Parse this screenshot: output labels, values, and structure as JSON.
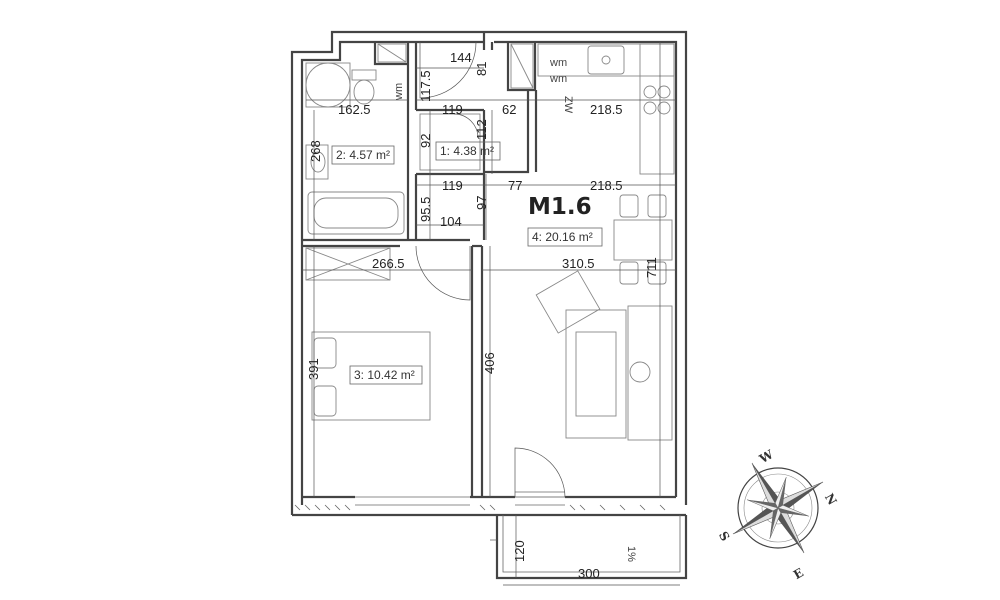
{
  "unit": {
    "name": "M1.6"
  },
  "rooms": [
    {
      "id": "1",
      "label": "1: 4.38 m²"
    },
    {
      "id": "2",
      "label": "2: 4.57 m²"
    },
    {
      "id": "3",
      "label": "3: 10.42 m²"
    },
    {
      "id": "4",
      "label": "4: 20.16 m²"
    }
  ],
  "dimensions": {
    "d144": "144",
    "d81": "81",
    "d117_5": "117.5",
    "d162_5": "162.5",
    "d119a": "119",
    "d62": "62",
    "d218_5a": "218.5",
    "d92": "92",
    "d112": "112",
    "d268": "268",
    "d119b": "119",
    "d77": "77",
    "d218_5b": "218.5",
    "d95_5": "95.5",
    "d97": "97",
    "d104": "104",
    "d266_5": "266.5",
    "d310_5": "310.5",
    "d711": "711",
    "d391": "391",
    "d406": "406",
    "d120": "120",
    "d300": "300"
  },
  "labels": {
    "wm1": "wm",
    "wm2": "wm",
    "wm3": "wm",
    "zw": "ZW",
    "slope": "1%"
  },
  "compass": {
    "n": "N",
    "e": "E",
    "s": "S",
    "w": "W"
  }
}
